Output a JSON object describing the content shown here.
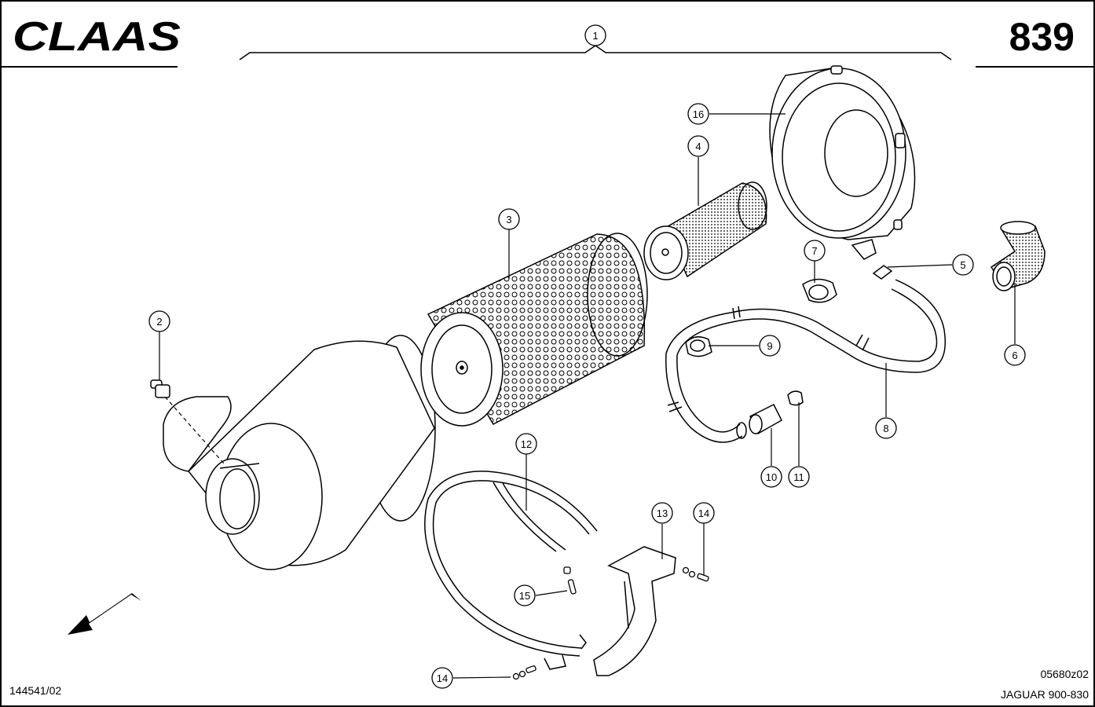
{
  "header": {
    "brand": "CLAAS",
    "page_number": "839",
    "assembly_callout": "1"
  },
  "callouts": [
    "2",
    "3",
    "4",
    "5",
    "6",
    "7",
    "8",
    "9",
    "10",
    "11",
    "12",
    "13",
    "14",
    "15",
    "16",
    "14"
  ],
  "footer": {
    "left_ref": "144541/02",
    "drawing_code": "05680z02",
    "model": "JAGUAR 900-830"
  }
}
